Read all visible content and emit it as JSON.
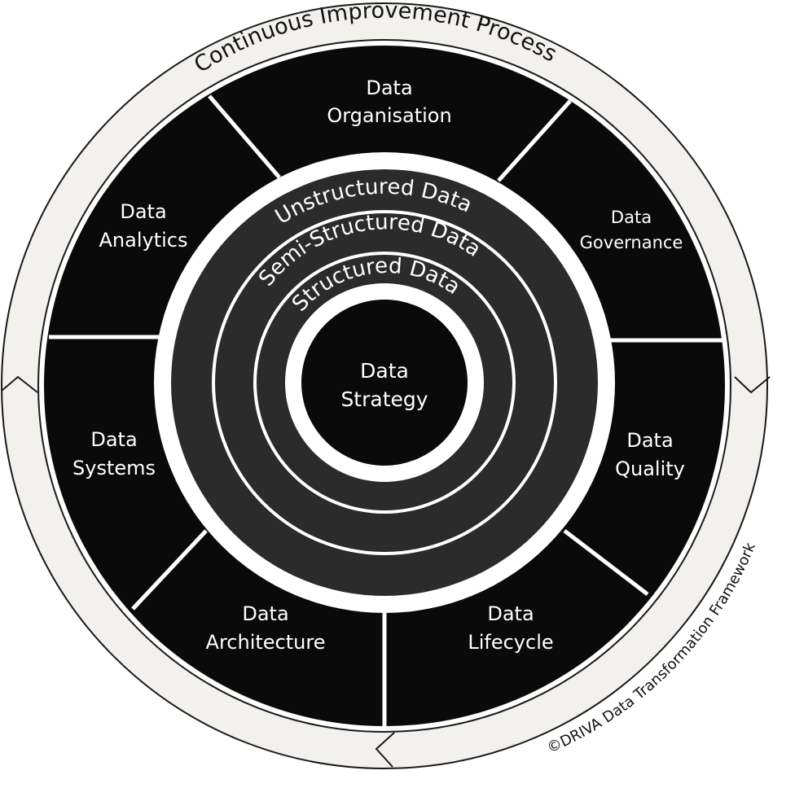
{
  "outer_ring": {
    "label": "Continuous Improvement Process"
  },
  "segments": [
    {
      "id": "organisation",
      "line1": "Data",
      "line2": "Organisation"
    },
    {
      "id": "governance",
      "line1": "Data",
      "line2": "Governance"
    },
    {
      "id": "quality",
      "line1": "Data",
      "line2": "Quality"
    },
    {
      "id": "lifecycle",
      "line1": "Data",
      "line2": "Lifecycle"
    },
    {
      "id": "architecture",
      "line1": "Data",
      "line2": "Architecture"
    },
    {
      "id": "systems",
      "line1": "Data",
      "line2": "Systems"
    },
    {
      "id": "analytics",
      "line1": "Data",
      "line2": "Analytics"
    }
  ],
  "inner_rings": {
    "unstructured": "Unstructured Data",
    "semi_structured": "Semi-Structured Data",
    "structured": "Structured Data"
  },
  "core": {
    "line1": "Data",
    "line2": "Strategy"
  },
  "copyright": "©DRIVA Data Transformation Framework",
  "colors": {
    "segment_fill": "#0a0a0a",
    "ring_dark": "#2b2b2b",
    "outer_ring_fill": "#f3f1ee",
    "divider": "#ffffff",
    "text_light": "#ffffff",
    "text_dark": "#111111"
  }
}
